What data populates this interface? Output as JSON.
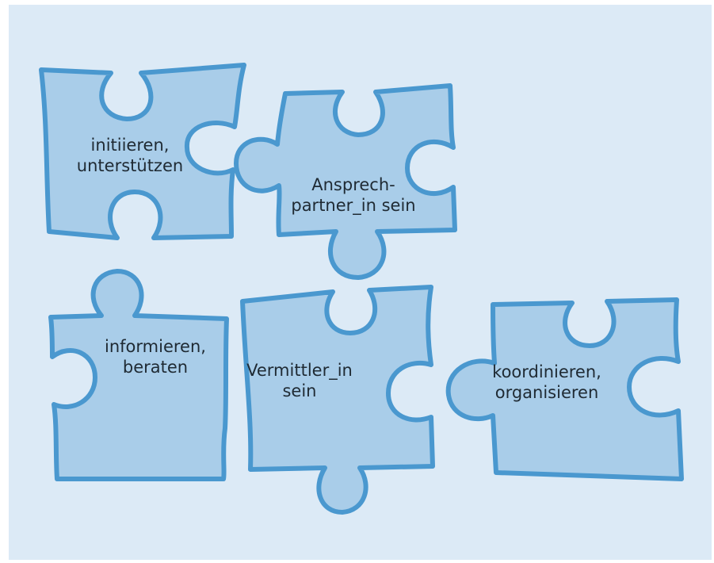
{
  "diagram": {
    "type": "puzzle",
    "colors": {
      "background": "#dceaf6",
      "piece_fill": "#a9cde9",
      "piece_outline": "#4a98cf",
      "text": "#1f2a33"
    },
    "pieces": [
      {
        "id": "initiieren",
        "lines": [
          "initiieren,",
          "unterstützen"
        ]
      },
      {
        "id": "ansprechpartner",
        "lines": [
          "Ansprech-",
          "partner_in sein"
        ]
      },
      {
        "id": "informieren",
        "lines": [
          "informieren,",
          "beraten"
        ]
      },
      {
        "id": "vermittler",
        "lines": [
          "Vermittler_in",
          "sein"
        ]
      },
      {
        "id": "koordinieren",
        "lines": [
          "koordinieren,",
          "organisieren"
        ]
      }
    ]
  }
}
